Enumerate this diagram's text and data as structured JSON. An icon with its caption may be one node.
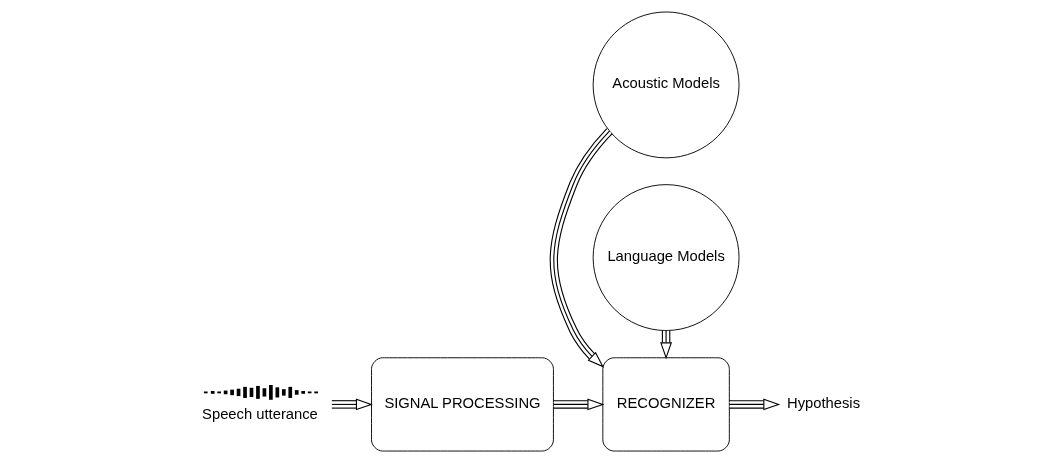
{
  "diagram": {
    "nodes": [
      {
        "text": [],
        "shape": "picture",
        "beside": [
          "Speech utterance"
        ]
      },
      {
        "text": [
          "SIGNAL PROCESSING"
        ]
      },
      {
        "text": [
          "RECOGNIZER"
        ]
      },
      {
        "text": [
          "Hypothesis"
        ]
      },
      {
        "text": [
          "Acoustic Models"
        ]
      },
      {
        "text": [
          "Language Models"
        ]
      }
    ],
    "edges": [
      {
        "from": 0,
        "to": 1,
        "arrow": "to"
      },
      {
        "from": 1,
        "to": 2,
        "arrow": "to"
      },
      {
        "from": 2,
        "to": 3,
        "arrow": "to"
      },
      {
        "from": 4,
        "to": 2,
        "arrow": "to"
      },
      {
        "from": 5,
        "to": 2,
        "arrow": "to"
      }
    ]
  }
}
